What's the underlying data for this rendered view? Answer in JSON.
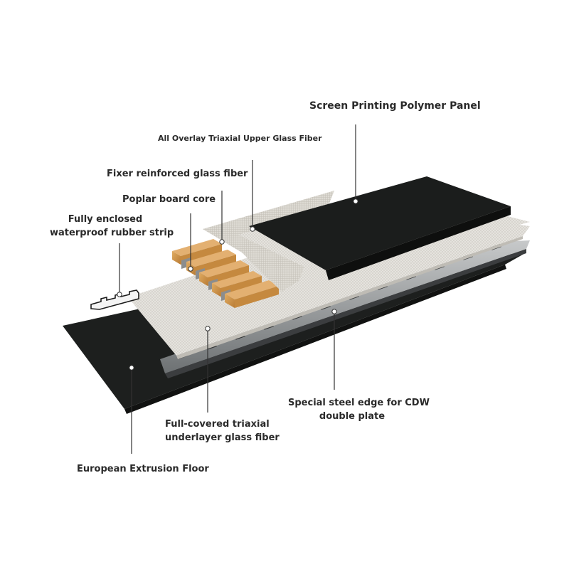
{
  "labels": {
    "screen_printing_panel": "Screen Printing Polymer Panel",
    "upper_glass_fiber": "All Overlay Triaxial Upper Glass Fiber",
    "fixer_glass_fiber": "Fixer reinforced glass fiber",
    "poplar_core": "Poplar board core",
    "rubber_strip_line1": "Fully enclosed",
    "rubber_strip_line2": "waterproof rubber strip",
    "steel_edge_line1": "Special steel edge for CDW",
    "steel_edge_line2": "double plate",
    "underlayer_line1": "Full-covered triaxial",
    "underlayer_line2": "underlayer glass fiber",
    "extrusion_floor": "European Extrusion Floor"
  },
  "colors": {
    "panel_black": "#1b1d1c",
    "fiber_light": "#e6e4df",
    "wood": "#c9924a",
    "steel": "#9a9d9f",
    "leader_line": "#333333"
  }
}
